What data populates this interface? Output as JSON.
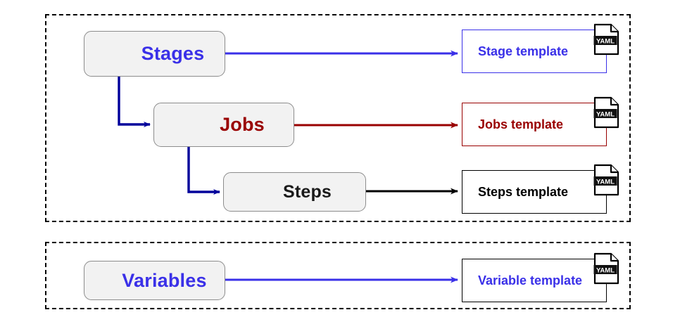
{
  "diagram": {
    "groups": [
      {
        "id": "pipeline",
        "name": "pipeline-group"
      },
      {
        "id": "variables",
        "name": "variables-group"
      }
    ],
    "nodes": [
      {
        "id": "stages",
        "label": "Stages",
        "color": "#3a30e8"
      },
      {
        "id": "jobs",
        "label": "Jobs",
        "color": "#990000"
      },
      {
        "id": "steps",
        "label": "Steps",
        "color": "#1a1a1a"
      },
      {
        "id": "variables",
        "label": "Variables",
        "color": "#3a30e8"
      }
    ],
    "templates": [
      {
        "id": "stage",
        "label": "Stage template",
        "text_color": "#3a30e8",
        "border_color": "#3a30e8",
        "icon": "yaml-file-icon",
        "icon_label": "YAML"
      },
      {
        "id": "jobs",
        "label": "Jobs template",
        "text_color": "#990000",
        "border_color": "#990000",
        "icon": "yaml-file-icon",
        "icon_label": "YAML"
      },
      {
        "id": "steps",
        "label": "Steps template",
        "text_color": "#000000",
        "border_color": "#000000",
        "icon": "yaml-file-icon",
        "icon_label": "YAML"
      },
      {
        "id": "variable",
        "label": "Variable template",
        "text_color": "#3a30e8",
        "border_color": "#000000",
        "icon": "yaml-file-icon",
        "icon_label": "YAML"
      }
    ],
    "connectors": [
      {
        "id": "stages-to-jobs",
        "from": "stages",
        "to": "jobs",
        "color": "#00009b",
        "style": "elbow"
      },
      {
        "id": "jobs-to-steps",
        "from": "jobs",
        "to": "steps",
        "color": "#00009b",
        "style": "elbow"
      },
      {
        "id": "stages-to-stage-tpl",
        "from": "stages",
        "to": "stage",
        "color": "#3a30e8",
        "style": "straight"
      },
      {
        "id": "jobs-to-jobs-tpl",
        "from": "jobs",
        "to": "jobs",
        "color": "#990000",
        "style": "straight"
      },
      {
        "id": "steps-to-steps-tpl",
        "from": "steps",
        "to": "steps",
        "color": "#000000",
        "style": "straight"
      },
      {
        "id": "variables-to-var-tpl",
        "from": "variables",
        "to": "variable",
        "color": "#3a30e8",
        "style": "straight"
      }
    ],
    "palette": {
      "node_fill": "#f2f2f2",
      "node_border": "#8c8c8c",
      "group_border": "#000000",
      "background": "#ffffff",
      "blue": "#3a30e8",
      "navy": "#00009b",
      "dark_red": "#990000",
      "black": "#000000"
    }
  }
}
